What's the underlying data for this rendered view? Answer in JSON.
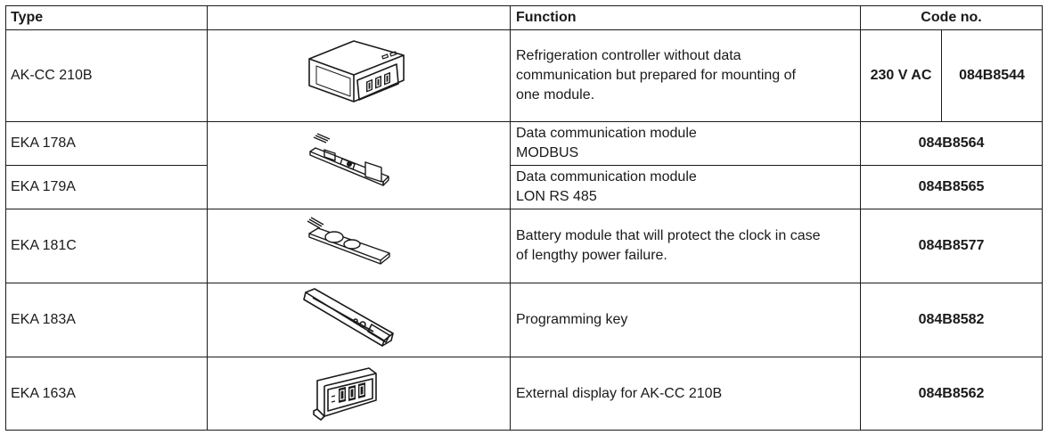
{
  "header": {
    "type": "Type",
    "function": "Function",
    "code": "Code no."
  },
  "rows": [
    {
      "type": "AK-CC 210B",
      "function": [
        "Refrigeration controller without data",
        "communication but prepared for mounting of",
        "one module."
      ],
      "voltage": "230 V AC",
      "code": "084B8544",
      "image": "controller-unit"
    },
    {
      "type": "EKA 178A",
      "function": [
        "Data communication module",
        "MODBUS"
      ],
      "code": "084B8564",
      "image": "communication-module"
    },
    {
      "type": "EKA 179A",
      "function": [
        "Data communication module",
        "LON RS 485"
      ],
      "code": "084B8565",
      "image": "communication-module"
    },
    {
      "type": "EKA 181C",
      "function": [
        "Battery module that will protect the clock in case",
        "of lengthy power failure."
      ],
      "code": "084B8577",
      "image": "battery-module"
    },
    {
      "type": "EKA 183A",
      "function": [
        "Programming key"
      ],
      "code": "084B8582",
      "image": "programming-key"
    },
    {
      "type": "EKA 163A",
      "function": [
        "External display for AK-CC 210B"
      ],
      "code": "084B8562",
      "image": "external-display"
    }
  ]
}
